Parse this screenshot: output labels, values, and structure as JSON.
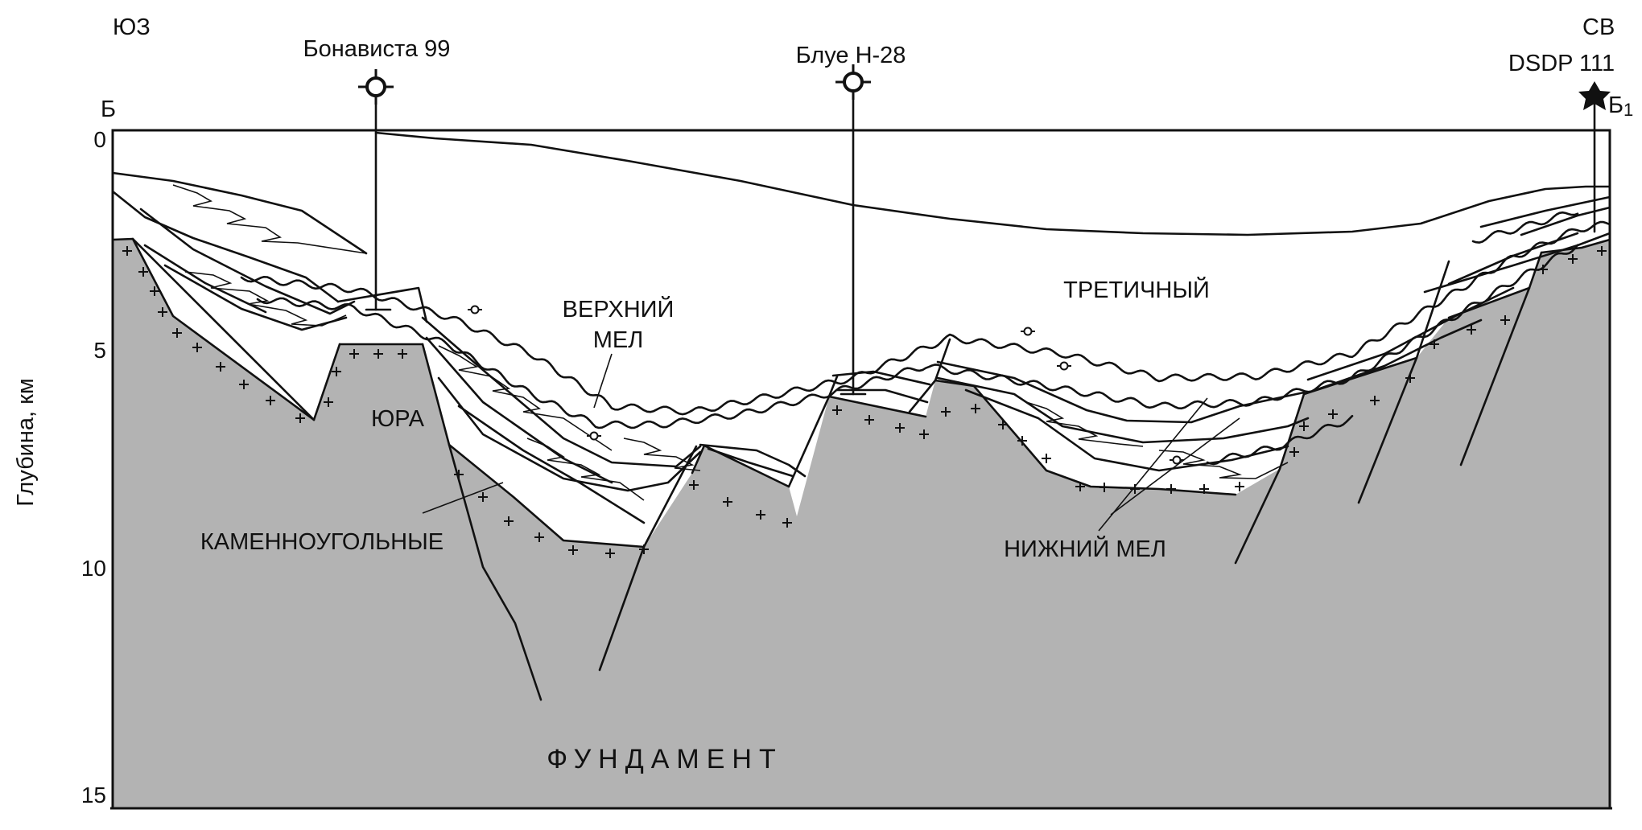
{
  "orientation": {
    "left": "ЮЗ",
    "right": "СВ"
  },
  "profile": {
    "start_label": "Б",
    "end_label": "Б1"
  },
  "wells": [
    {
      "name": "Бонависта 99",
      "icon": "well-symbol-icon"
    },
    {
      "name": "Блуе Н-28",
      "icon": "well-symbol-icon"
    },
    {
      "name": "DSDP 111",
      "icon": "star-icon"
    }
  ],
  "y_axis": {
    "label": "Глубина, км",
    "ticks": [
      "0",
      "5",
      "10",
      "15"
    ],
    "range": [
      0,
      15
    ],
    "unit": "км"
  },
  "units": {
    "tertiary": "ТРЕТИЧНЫЙ",
    "upper_cretaceous_line1": "ВЕРХНИЙ",
    "upper_cretaceous_line2": "МЕЛ",
    "jurassic": "ЮРА",
    "carboniferous": "КАМЕННОУГОЛЬНЫЕ",
    "lower_cretaceous": "НИЖНИЙ МЕЛ",
    "basement": "ФУНДАМЕНТ"
  },
  "colors": {
    "basement_fill": "#b3b3b3",
    "line": "#111111",
    "background": "#ffffff"
  }
}
